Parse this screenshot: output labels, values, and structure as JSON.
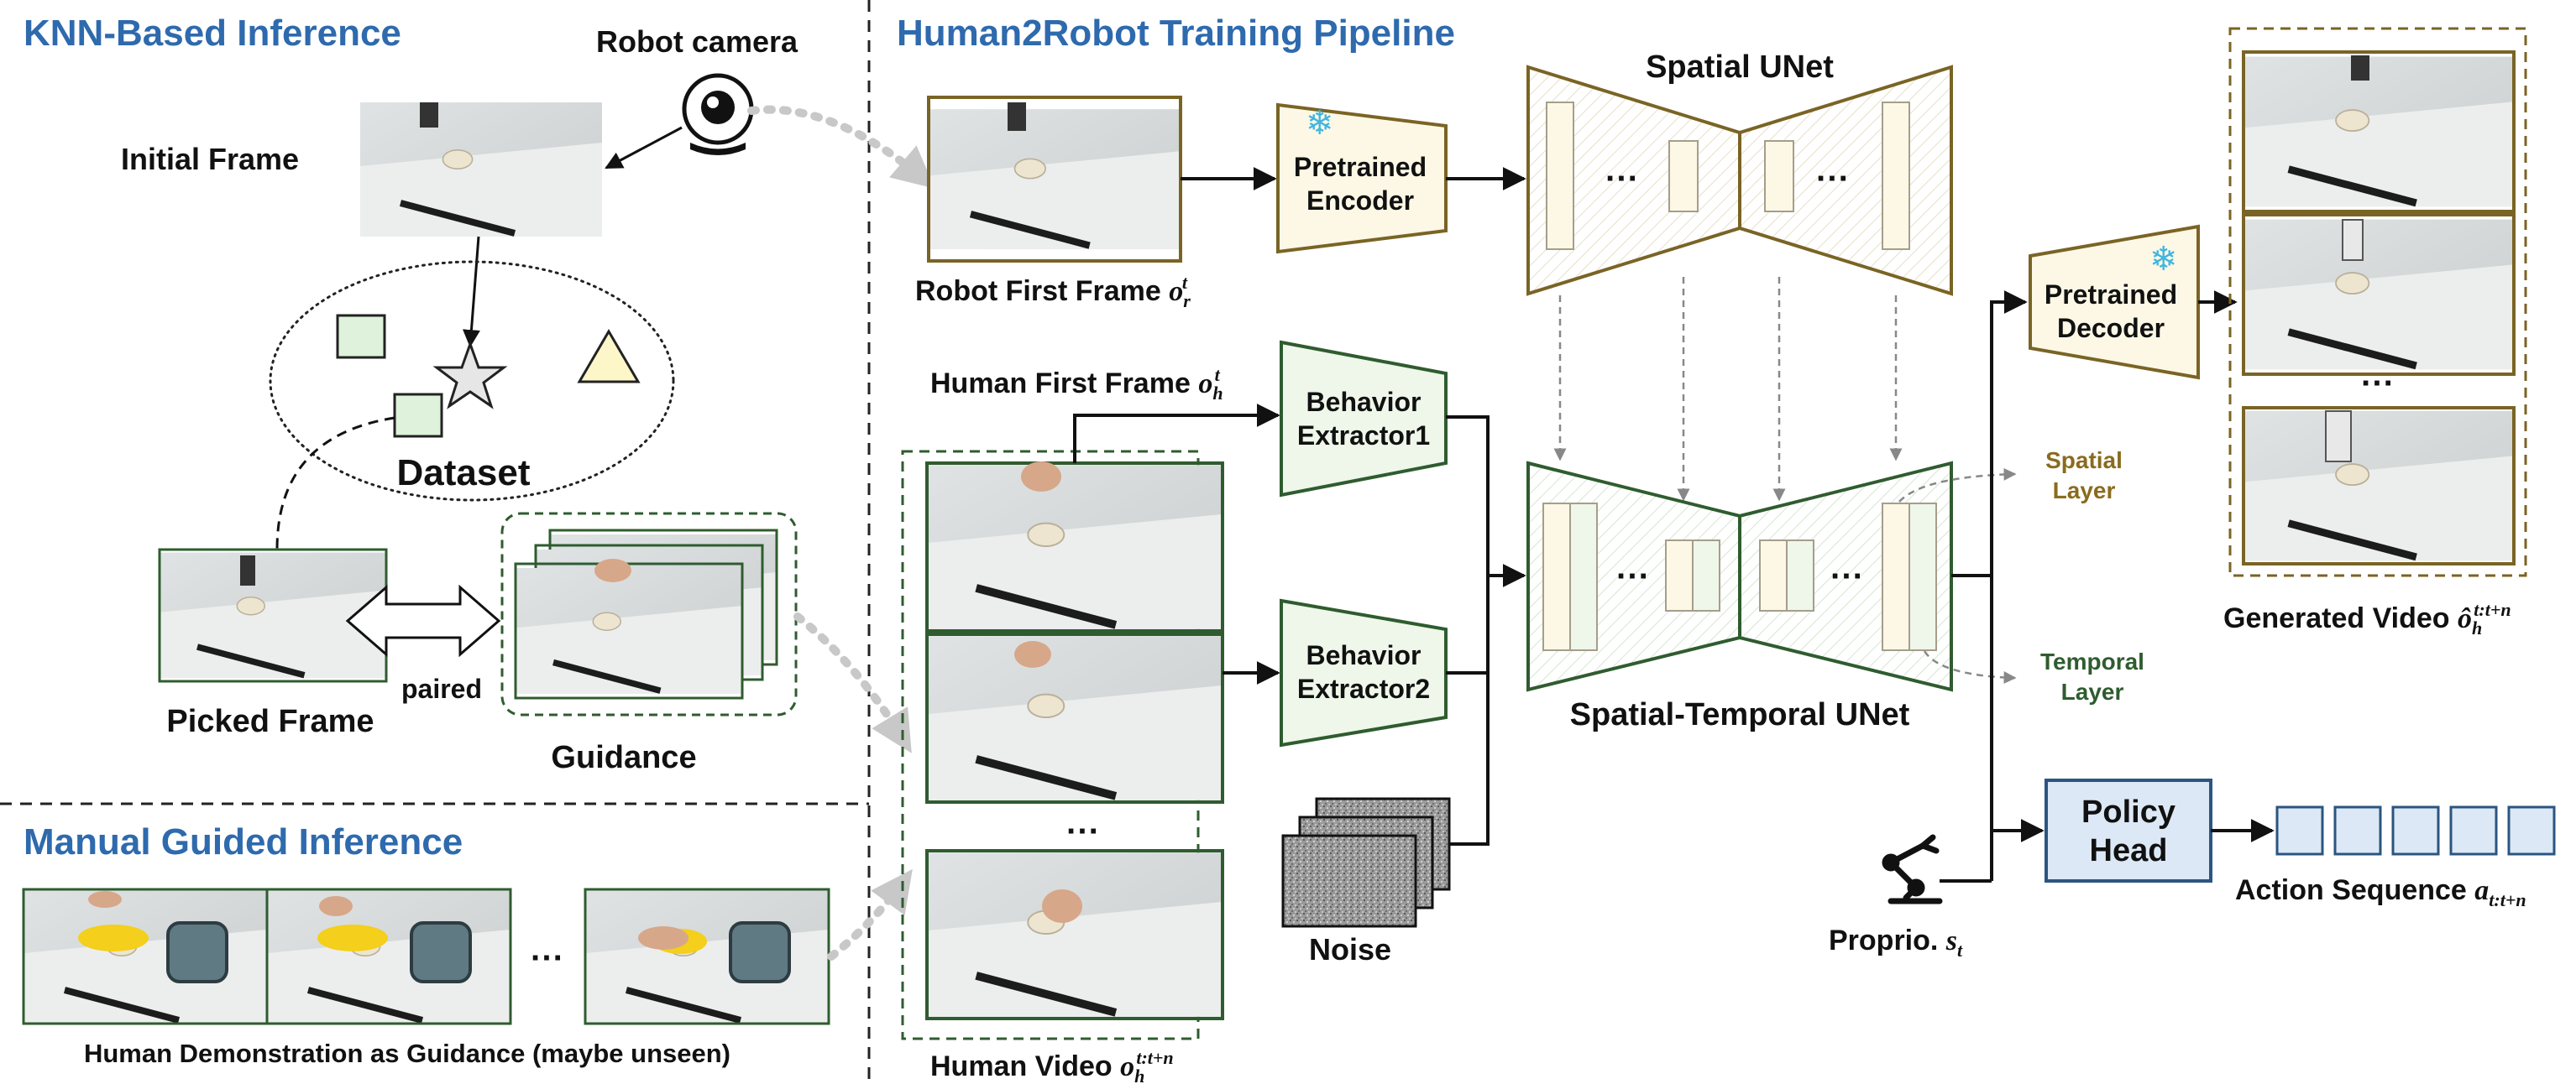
{
  "colors": {
    "title_blue": "#2e6aad",
    "encoder_stroke": "#7a6425",
    "encoder_fill": "#fdf8e6",
    "extractor_stroke": "#2f5c2f",
    "extractor_fill": "#eef7ea",
    "policy_stroke": "#2b5580",
    "policy_fill": "#dce8f5",
    "spatial_text": "#8a6b1e",
    "temporal_text": "#2f5c2f"
  },
  "knn": {
    "section_title": "KNN-Based Inference",
    "robot_camera": "Robot camera",
    "initial_frame": "Initial Frame",
    "dataset": "Dataset",
    "picked_frame": "Picked Frame",
    "paired": "paired",
    "guidance": "Guidance"
  },
  "manual": {
    "section_title": "Manual Guided Inference",
    "ellipsis": "···",
    "caption": "Human Demonstration as Guidance (maybe unseen)"
  },
  "pipeline": {
    "section_title": "Human2Robot Training Pipeline",
    "robot_first_frame": "Robot First Frame",
    "robot_first_frame_math": "o",
    "robot_first_frame_sub": "r",
    "robot_first_frame_sup": "t",
    "encoder_line1": "Pretrained",
    "encoder_line2": "Encoder",
    "spatial_unet": "Spatial UNet",
    "unet_dots": "···",
    "decoder_line1": "Pretrained",
    "decoder_line2": "Decoder",
    "human_first_frame": "Human First Frame",
    "human_first_frame_math": "o",
    "human_first_frame_sub": "h",
    "human_first_frame_sup": "t",
    "extractor1_line1": "Behavior",
    "extractor1_line2": "Extractor1",
    "extractor2_line1": "Behavior",
    "extractor2_line2": "Extractor2",
    "noise": "Noise",
    "st_unet": "Spatial-Temporal UNet",
    "spatial_layer_line1": "Spatial",
    "spatial_layer_line2": "Layer",
    "temporal_layer_line1": "Temporal",
    "temporal_layer_line2": "Layer",
    "human_video": "Human Video",
    "human_video_math": "o",
    "human_video_sub": "h",
    "human_video_sup": "t:t+n",
    "video_dots": "···",
    "generated_video": "Generated Video",
    "generated_video_math": "ô",
    "generated_video_sub": "h",
    "generated_video_sup": "t:t+n",
    "generated_dots": "···",
    "policy_line1": "Policy",
    "policy_line2": "Head",
    "proprio": "Proprio.",
    "proprio_math": "s",
    "proprio_sub": "t",
    "action_sequence": "Action Sequence",
    "action_math": "a",
    "action_sub": "t:t+n"
  }
}
